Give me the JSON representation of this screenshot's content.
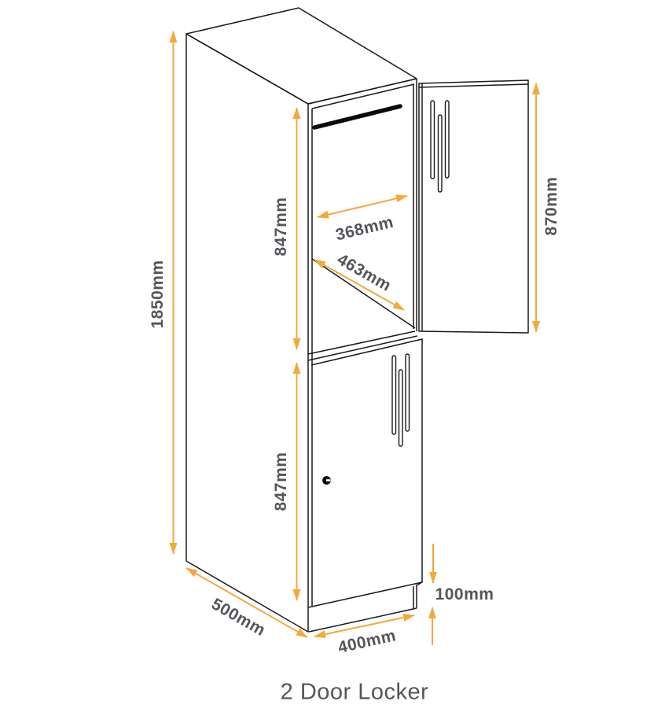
{
  "title": "2 Door Locker",
  "colors": {
    "accent_orange": "#F5A83B",
    "line_black": "#1A1A1A",
    "label_gray": "#54555A",
    "title_gray": "#55565A"
  },
  "dimensions": {
    "total_height": "1850mm",
    "upper_compartment_height": "847mm",
    "lower_compartment_height": "847mm",
    "door_height": "870mm",
    "interior_width": "368mm",
    "interior_depth": "463mm",
    "base_height": "100mm",
    "depth": "500mm",
    "width": "400mm"
  }
}
